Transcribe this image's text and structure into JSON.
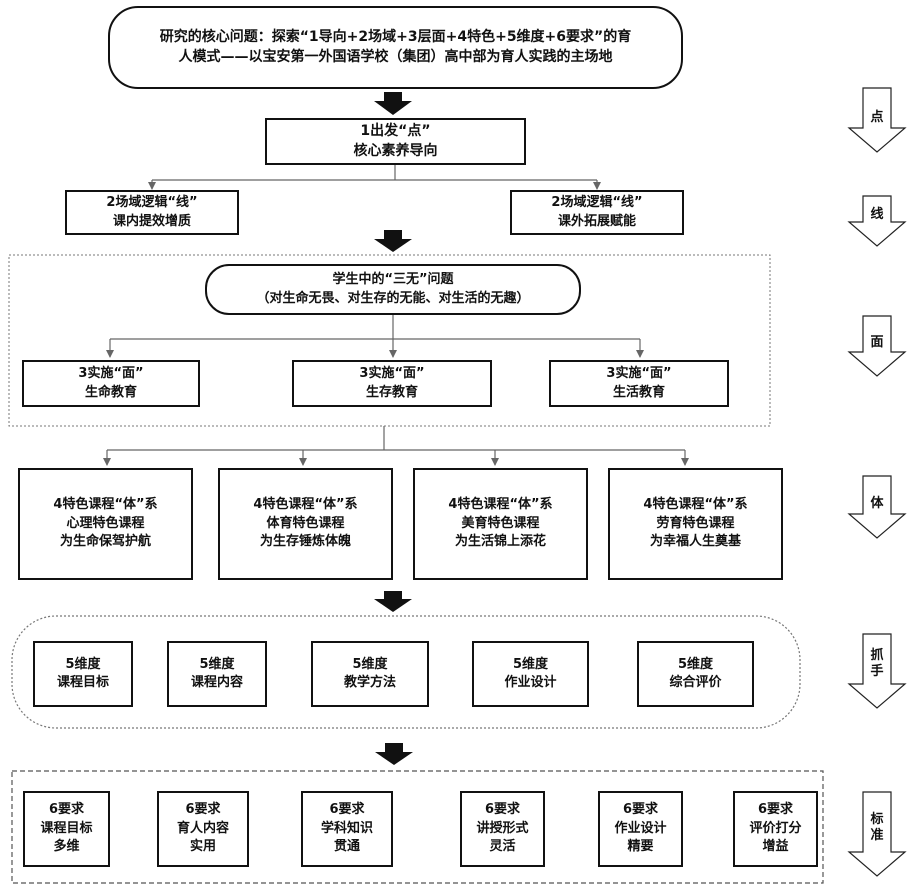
{
  "title": {
    "line1": "研究的核心问题：探索“1导向+2场域+3层面+4特色+5维度+6要求”的育",
    "line2": "人模式——以宝安第一外国语学校（集团）高中部为育人实践的主场地"
  },
  "point": {
    "line1": "1出发“点”",
    "line2": "核心素养导向"
  },
  "lines": [
    {
      "line1": "2场域逻辑“线”",
      "line2": "课内提效增质"
    },
    {
      "line1": "2场域逻辑“线”",
      "line2": "课外拓展赋能"
    }
  ],
  "problem": {
    "line1": "学生中的“三无”问题",
    "line2": "（对生命无畏、对生存的无能、对生活的无趣）"
  },
  "faces": [
    {
      "line1": "3实施“面”",
      "line2": "生命教育"
    },
    {
      "line1": "3实施“面”",
      "line2": "生存教育"
    },
    {
      "line1": "3实施“面”",
      "line2": "生活教育"
    }
  ],
  "systems": [
    {
      "line1": "4特色课程“体”系",
      "line2": "心理特色课程",
      "line3": "为生命保驾护航"
    },
    {
      "line1": "4特色课程“体”系",
      "line2": "体育特色课程",
      "line3": "为生存锤炼体魄"
    },
    {
      "line1": "4特色课程“体”系",
      "line2": "美育特色课程",
      "line3": "为生活锦上添花"
    },
    {
      "line1": "4特色课程“体”系",
      "line2": "劳育特色课程",
      "line3": "为幸福人生奠基"
    }
  ],
  "dimensions": [
    {
      "line1": "5维度",
      "line2": "课程目标"
    },
    {
      "line1": "5维度",
      "line2": "课程内容"
    },
    {
      "line1": "5维度",
      "line2": "教学方法"
    },
    {
      "line1": "5维度",
      "line2": "作业设计"
    },
    {
      "line1": "5维度",
      "line2": "综合评价"
    }
  ],
  "requirements": [
    {
      "line1": "6要求",
      "line2": "课程目标",
      "line3": "多维"
    },
    {
      "line1": "6要求",
      "line2": "育人内容",
      "line3": "实用"
    },
    {
      "line1": "6要求",
      "line2": "学科知识",
      "line3": "贯通"
    },
    {
      "line1": "6要求",
      "line2": "讲授形式",
      "line3": "灵活"
    },
    {
      "line1": "6要求",
      "line2": "作业设计",
      "line3": "精要"
    },
    {
      "line1": "6要求",
      "line2": "评价打分",
      "line3": "增益"
    }
  ],
  "side_labels": [
    "点",
    "线",
    "面",
    "体",
    "抓手",
    "标准"
  ]
}
